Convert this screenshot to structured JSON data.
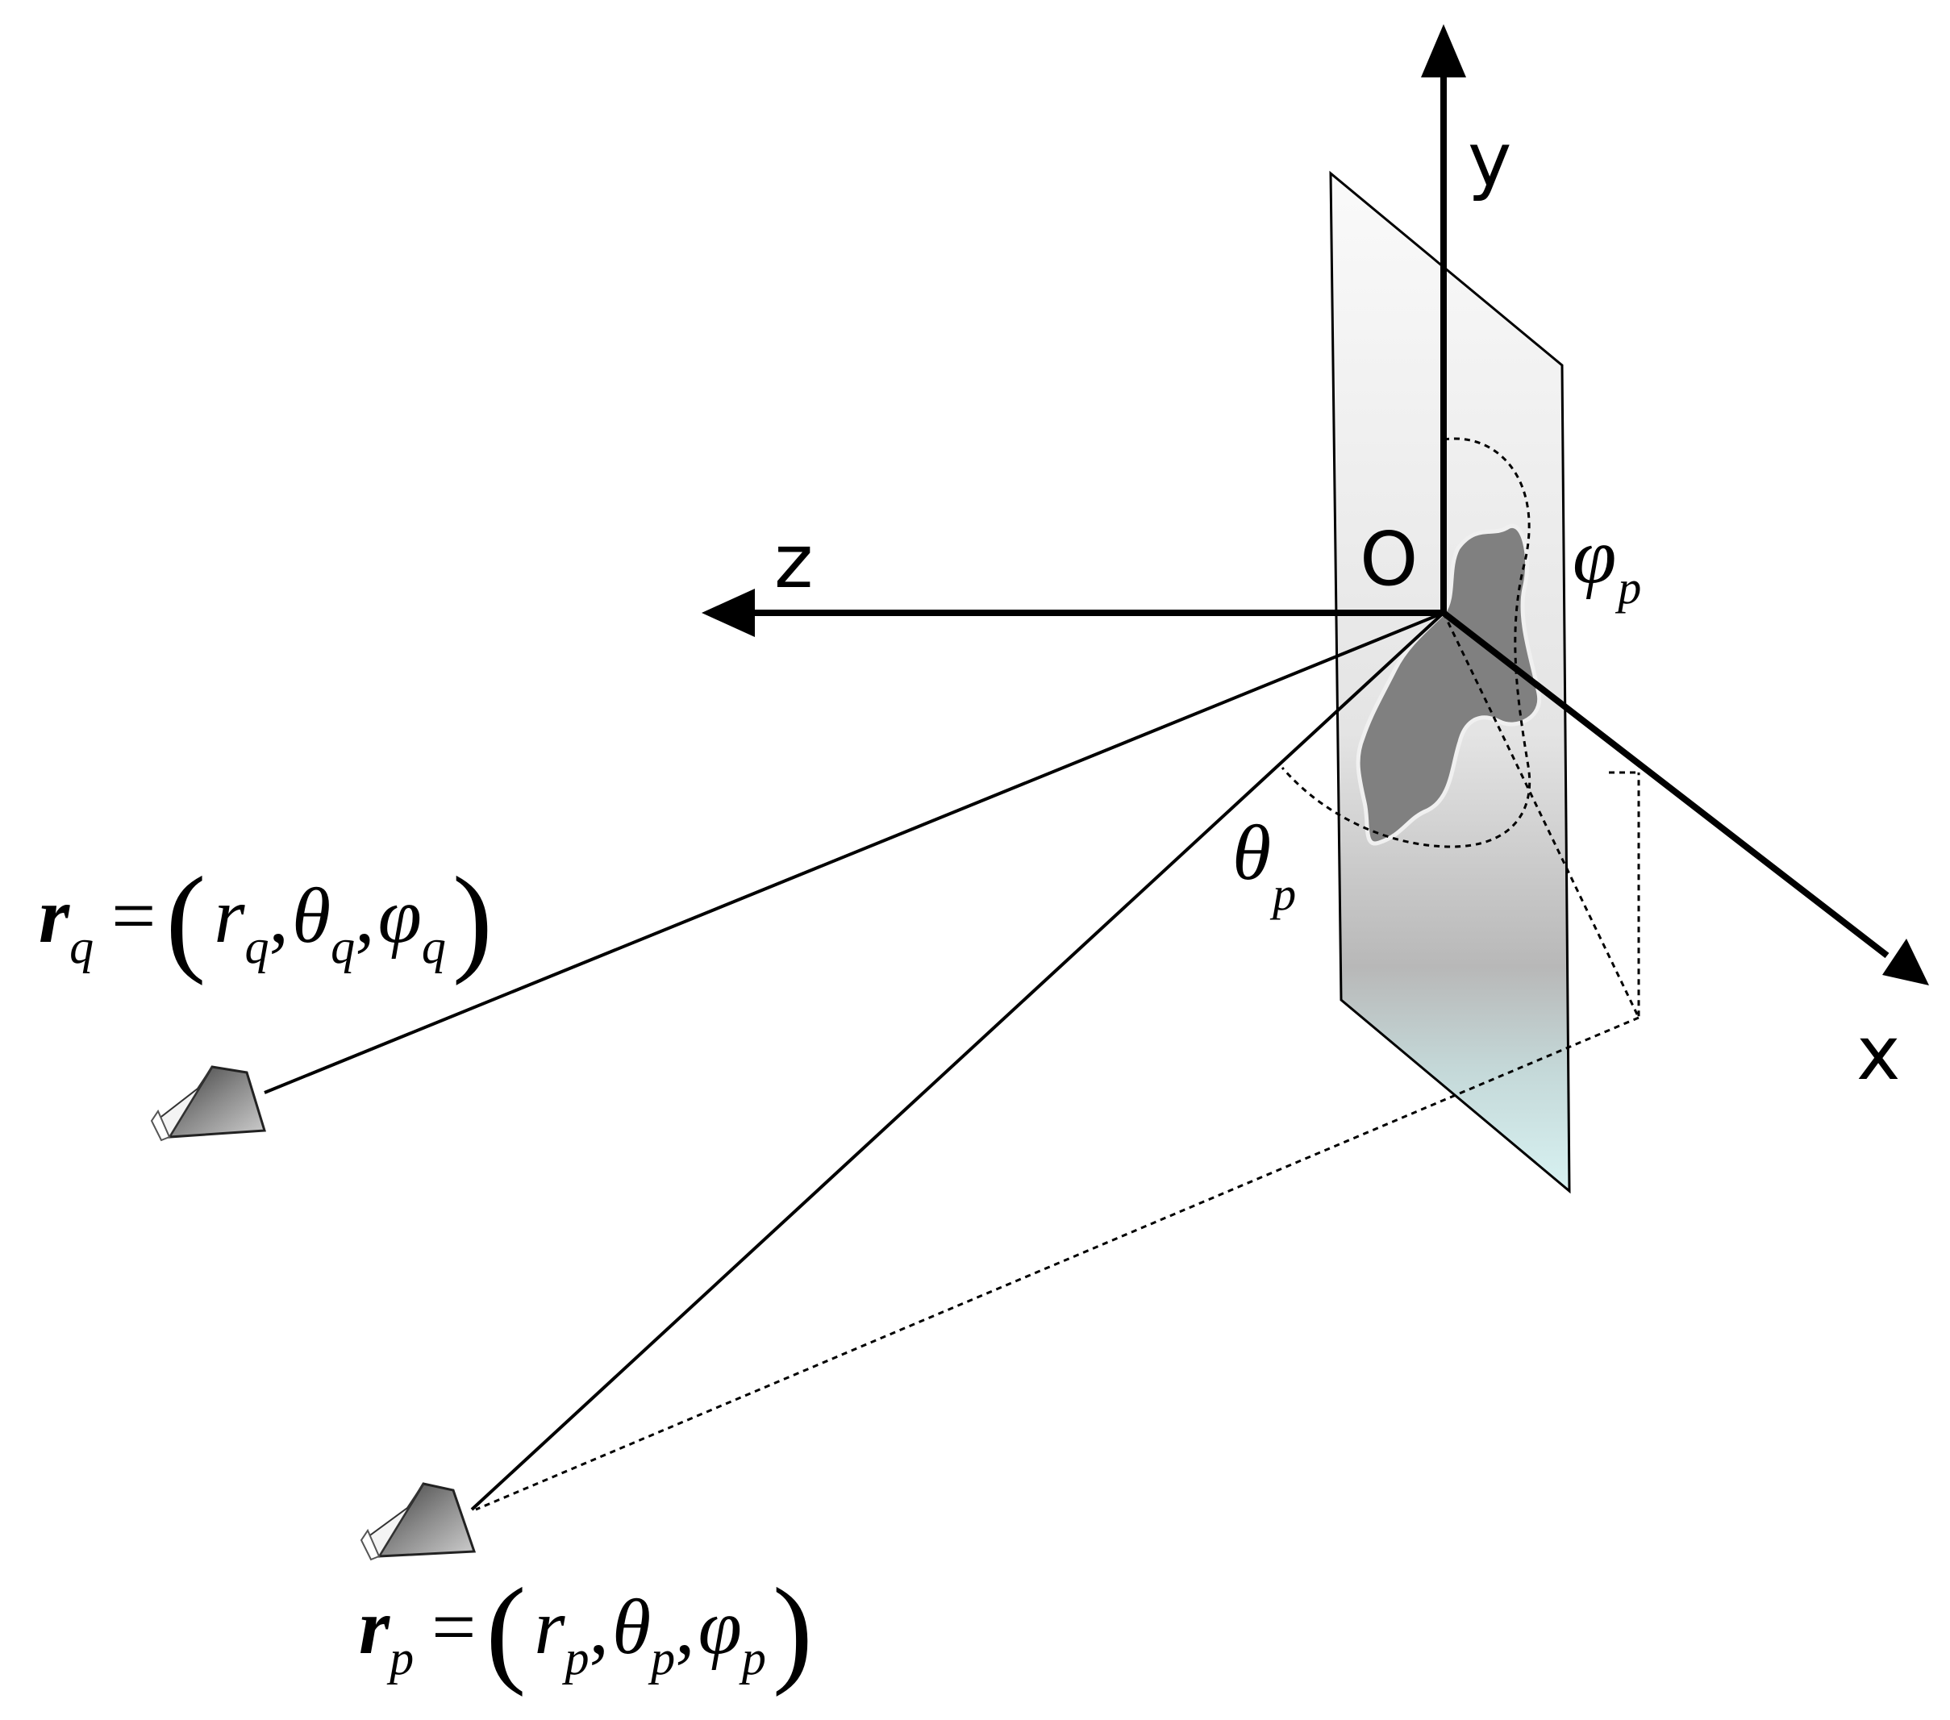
{
  "axes": {
    "x_label": "x",
    "y_label": "y",
    "z_label": "z",
    "origin_label": "O"
  },
  "angles": {
    "phi_symbol": "φ",
    "phi_sub": "p",
    "theta_symbol": "θ",
    "theta_sub": "p"
  },
  "equations": {
    "rq": {
      "vector": "r",
      "vector_sub": "q",
      "equals": "=",
      "open_paren": "(",
      "r": "r",
      "r_sub": "q",
      "comma1": ",",
      "theta": "θ",
      "theta_sub": "q",
      "comma2": ",",
      "phi": "φ",
      "phi_sub": "q",
      "close_paren": ")"
    },
    "rp": {
      "vector": "r",
      "vector_sub": "p",
      "equals": "=",
      "open_paren": "(",
      "r": "r",
      "r_sub": "p",
      "comma1": ",",
      "theta": "θ",
      "theta_sub": "p",
      "comma2": ",",
      "phi": "φ",
      "phi_sub": "p",
      "close_paren": ")"
    }
  },
  "colors": {
    "ink": "#000000",
    "plane_top": "#fafafa",
    "plane_mid": "#dcdcdc",
    "plane_low": "#b4b4b4",
    "plane_bottom": "#d6f0f0",
    "target": "#808080",
    "target_edge": "#f0f0f0",
    "horn_dark": "#555555",
    "horn_light": "#f4f4f4"
  },
  "icons": {
    "transmitter_q": "horn-antenna-icon",
    "transmitter_p": "horn-antenna-icon"
  }
}
